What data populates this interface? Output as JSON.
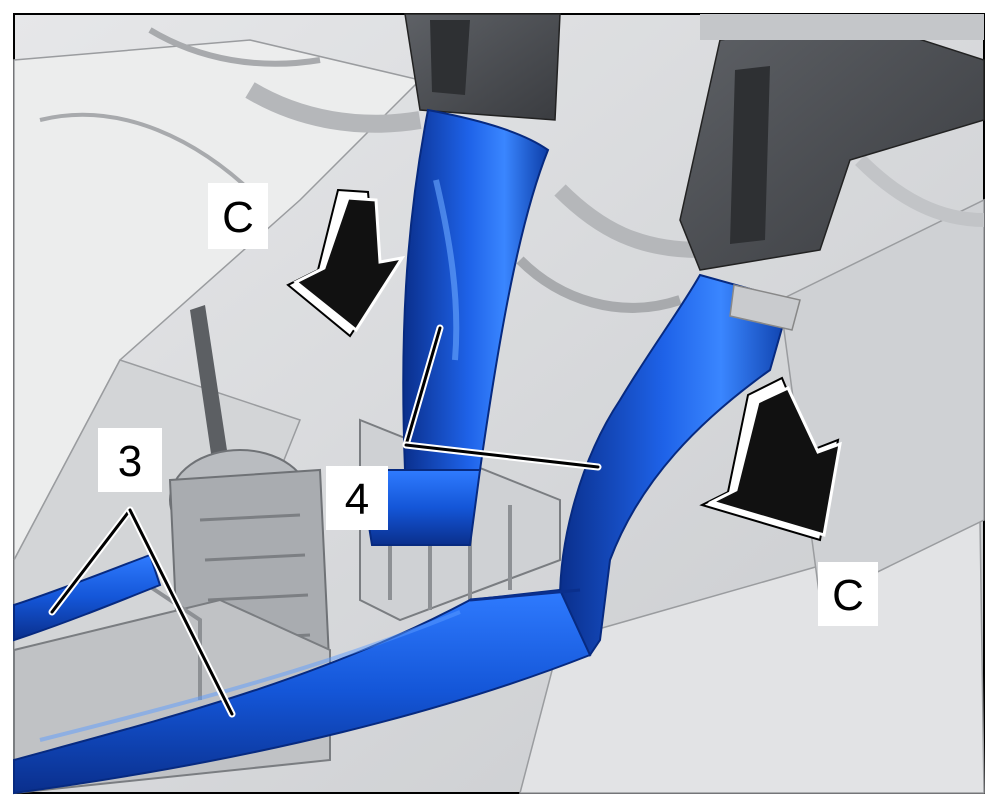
{
  "labels": {
    "callout_3": "3",
    "callout_4": "4",
    "direction_c_left": "C",
    "direction_c_right": "C"
  },
  "colors": {
    "duct_blue": "#1456d8",
    "duct_highlight": "#3a86ff",
    "duct_shadow": "#0a2f8c",
    "component_gray": "#b9bcc0",
    "dark_gray": "#55585c",
    "background_gray": "#d8dadc",
    "arrow_black": "#111111"
  }
}
